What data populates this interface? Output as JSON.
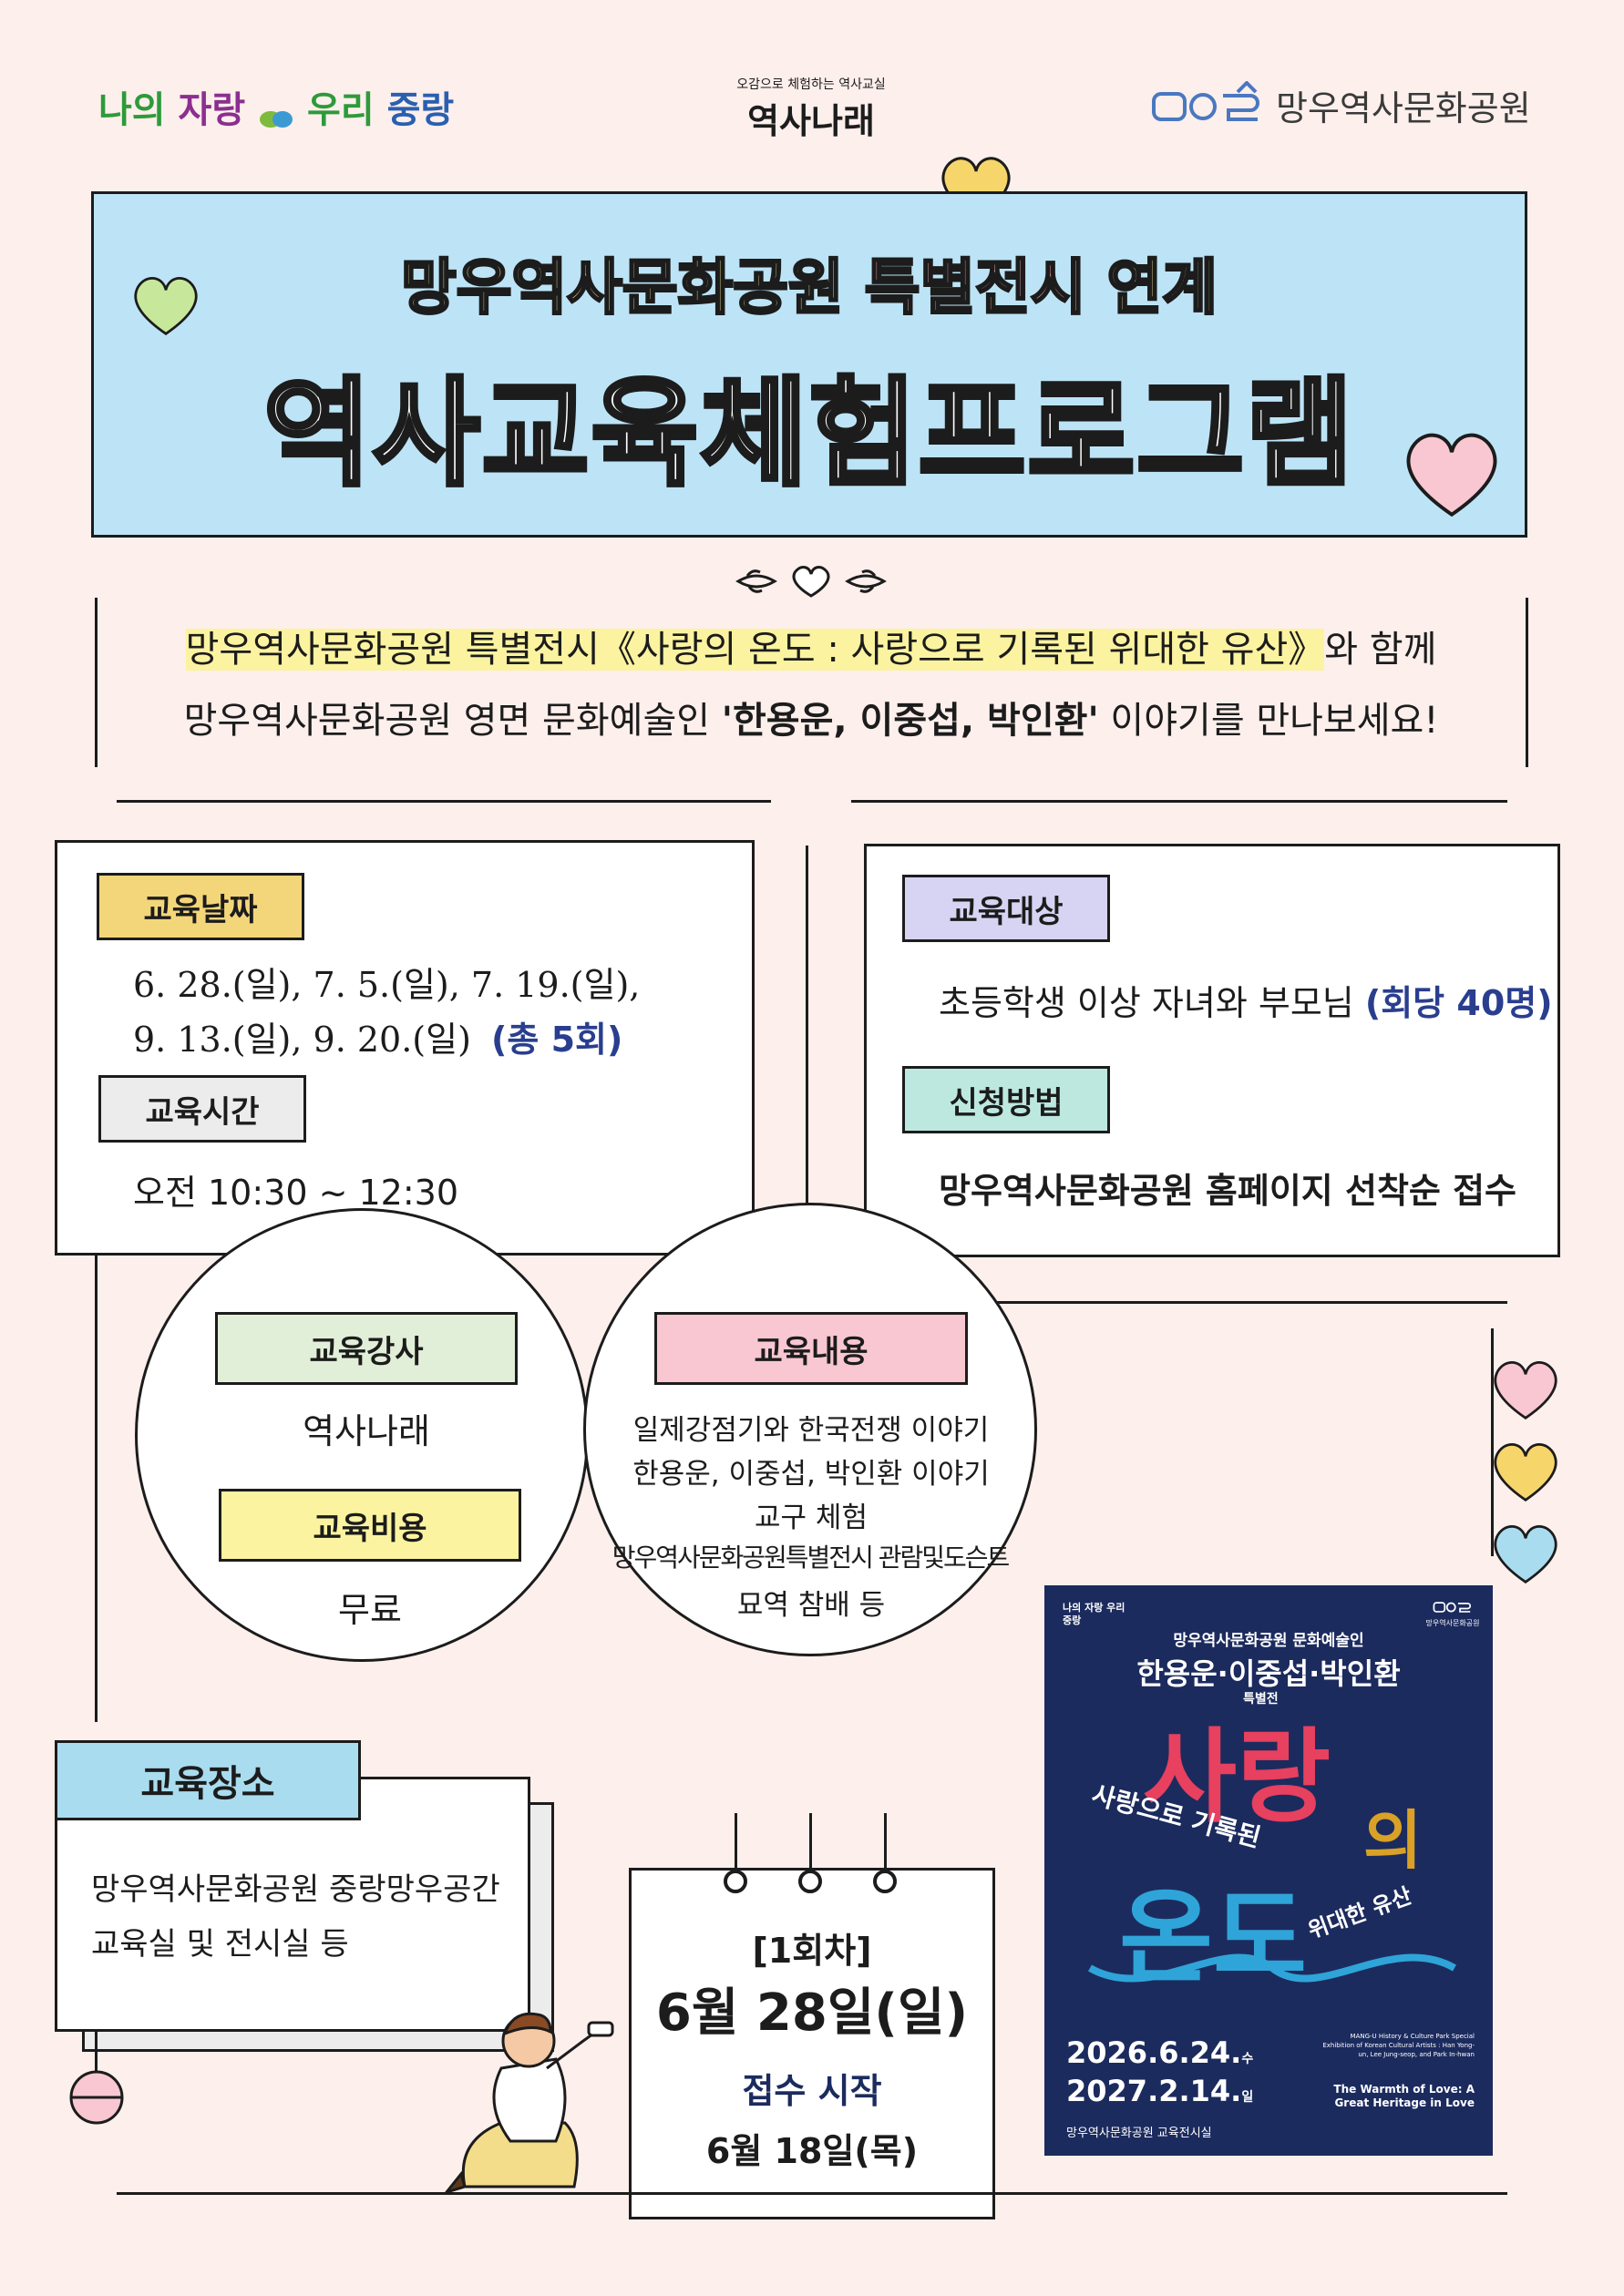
{
  "header": {
    "left_logo": {
      "w1": "나의",
      "w2": "자랑",
      "w3": "우리",
      "w4": "중랑"
    },
    "center_logo": {
      "sub": "오감으로 체험하는 역사교실",
      "main": "역사나래"
    },
    "right_logo": {
      "name": "망우역사문화공원"
    }
  },
  "title": {
    "line1_a": "망우역사문화공원 ",
    "line1_b": "특별전시",
    "line1_c": " 연계",
    "line2": "역사교육체험프로그램"
  },
  "intro": {
    "l1_hl": "망우역사문화공원 특별전시《사랑의 온도 : 사랑으로 기록된 위대한 유산》",
    "l1_rest": "와 함께",
    "l2_a": "망우역사문화공원 영면 문화예술인 ",
    "l2_b": "'한용운, 이중섭, 박인환'",
    "l2_c": " 이야기를 만나보세요!"
  },
  "date": {
    "label": "교육날짜",
    "l1": "6. 28.(일), 7. 5.(일), 7. 19.(일),",
    "l2": "9. 13.(일), 9. 20.(일)",
    "count": "(총 5회)"
  },
  "time": {
    "label": "교육시간",
    "value": "오전 10:30 ~ 12:30"
  },
  "target": {
    "label": "교육대상",
    "value": "초등학생 이상 자녀와 부모님",
    "count": "(회당 40명)"
  },
  "apply": {
    "label": "신청방법",
    "value": "망우역사문화공원 홈페이지 선착순 접수"
  },
  "instructor": {
    "label": "교육강사",
    "value": "역사나래"
  },
  "cost": {
    "label": "교육비용",
    "value": "무료"
  },
  "content": {
    "label": "교육내용",
    "items": [
      "일제강점기와 한국전쟁 이야기",
      "한용운, 이중섭, 박인환 이야기",
      "교구 체험",
      "망우역사문화공원특별전시 관람및도슨트",
      "묘역 참배 등"
    ]
  },
  "place": {
    "label": "교육장소",
    "l1": "망우역사문화공원 중랑망우공간",
    "l2": "교육실 및 전시실 등"
  },
  "calendar": {
    "round": "[1회차]",
    "date": "6월 28일(일)",
    "reg": "접수 시작",
    "reg_date": "6월 18일(목)"
  },
  "poster": {
    "top_logo": "나의 자랑 우리 중랑",
    "logo_right": "망우역사문화공원",
    "sub": "망우역사문화공원 문화예술인",
    "names": "한용운·이중섭·박인환",
    "exh": "특별전",
    "t1": "사랑",
    "t2": "의",
    "t3": "온도",
    "tag1": "사랑으로 기록된",
    "tag2": "위대한 유산",
    "d1": "2026.6.24.",
    "d1w": "수",
    "d2": "2027.2.14.",
    "d2w": "일",
    "en_small": "MANG-U History & Culture Park Special Exhibition of Korean Cultural Artists : Han Yong-un, Lee Jung-seop, and Park In-hwan",
    "en_title": "The Warmth of Love: A Great Heritage in Love",
    "venue": "망우역사문화공원 교육전시실"
  },
  "colors": {
    "bg": "#fcefec",
    "title_box": "#bde4f6",
    "yellow": "#fbf3a0",
    "navy": "#1c2b5e"
  }
}
